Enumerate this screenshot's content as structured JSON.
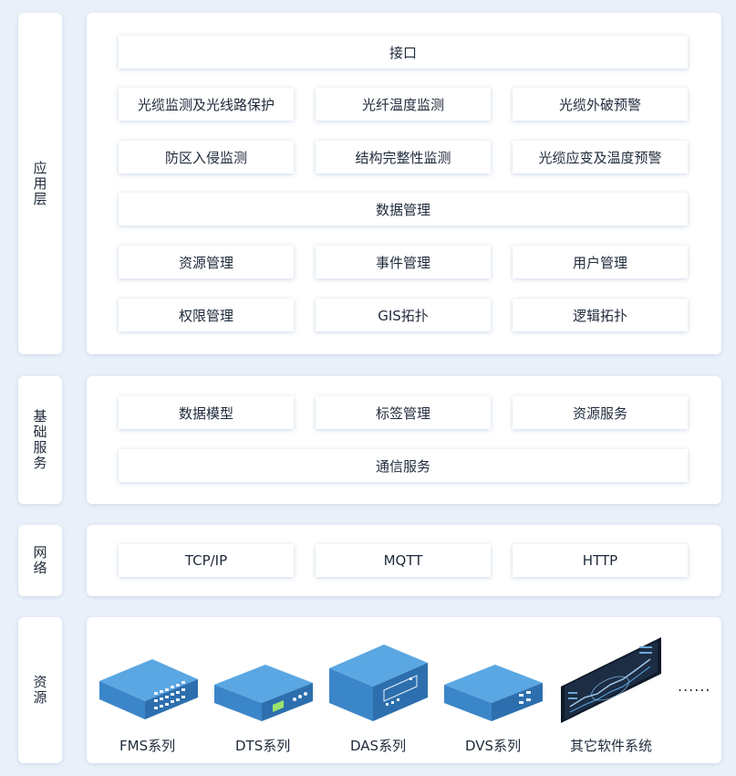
{
  "layers": {
    "app": {
      "label": "应用层",
      "interface": "接口",
      "row1": [
        "光缆监测及光线路保护",
        "光纤温度监测",
        "光缆外破预警"
      ],
      "row2": [
        "防区入侵监测",
        "结构完整性监测",
        "光缆应变及温度预警"
      ],
      "data_mgmt": "数据管理",
      "row3": [
        "资源管理",
        "事件管理",
        "用户管理"
      ],
      "row4": [
        "权限管理",
        "GIS拓扑",
        "逻辑拓扑"
      ]
    },
    "base": {
      "label": "基础服务",
      "row1": [
        "数据模型",
        "标签管理",
        "资源服务"
      ],
      "comm": "通信服务"
    },
    "network": {
      "label": "网络",
      "row1": [
        "TCP/IP",
        "MQTT",
        "HTTP"
      ]
    },
    "resource": {
      "label": "资源",
      "devices": [
        "FMS系列",
        "DTS系列",
        "DAS系列",
        "DVS系列",
        "其它软件系统"
      ],
      "more": "......"
    }
  },
  "colors": {
    "background": "#e9f0f9",
    "device_top": "#5aa7e3",
    "device_front": "#3b86c8",
    "device_side": "#2d6fae"
  }
}
